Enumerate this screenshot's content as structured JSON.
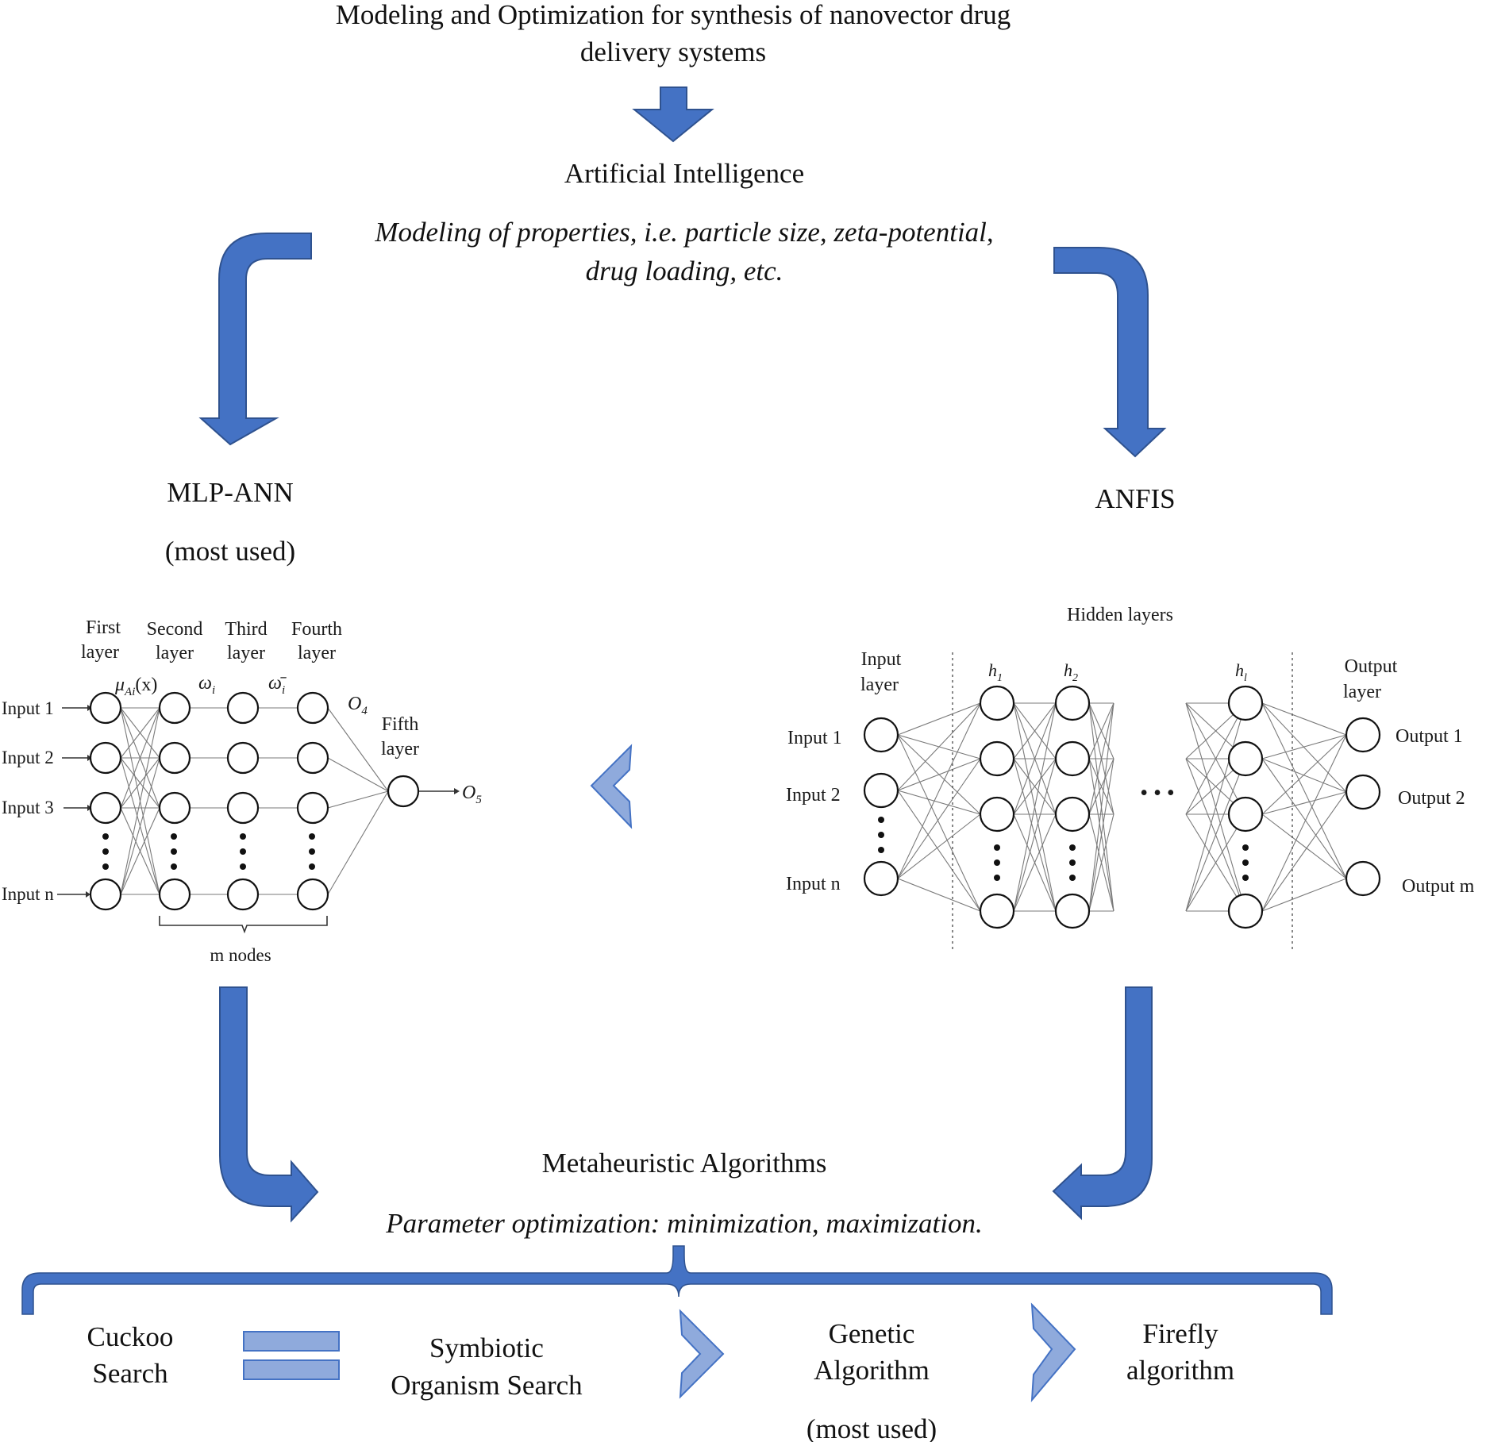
{
  "header": {
    "title_line1": "Modeling and Optimization for synthesis of nanovector drug",
    "title_line2": "delivery systems",
    "ai_heading": "Artificial Intelligence",
    "ai_subtitle_line1": "Modeling of properties, i.e. particle size, zeta-potential,",
    "ai_subtitle_line2": "drug loading, etc."
  },
  "branches": {
    "left_title": "MLP-ANN",
    "left_note": "(most used)",
    "right_title": "ANFIS"
  },
  "anfis_net": {
    "layer_labels": [
      "First",
      "layer",
      "Second",
      "layer",
      "Third",
      "layer",
      "Fourth",
      "layer"
    ],
    "fifth_label": [
      "Fifth",
      "layer"
    ],
    "inputs": [
      "Input 1",
      "Input 2",
      "Input 3",
      "Input n"
    ],
    "mu": "μ",
    "mu_sub": "Ai",
    "mu_arg": "(x)",
    "omega": "ω",
    "omega_sub": "i",
    "omega_bar": "ω̄",
    "omega_bar_sub": "i",
    "o4": "O",
    "o4_sub": "4",
    "o5": "O",
    "o5_sub": "5",
    "nodes_label": "m nodes"
  },
  "mlp_net": {
    "hidden_label": "Hidden layers",
    "input_layer": [
      "Input",
      "layer"
    ],
    "output_layer": [
      "Output",
      "layer"
    ],
    "inputs": [
      "Input 1",
      "Input 2",
      "Input n"
    ],
    "outputs": [
      "Output 1",
      "Output 2",
      "Output m"
    ],
    "h1": "h",
    "h1_sub": "1",
    "h2": "h",
    "h2_sub": "2",
    "hl": "h",
    "hl_sub": "l",
    "ellipsis": "• • •"
  },
  "optimization": {
    "heading": "Metaheuristic Algorithms",
    "subtitle": "Parameter optimization: minimization, maximization."
  },
  "algorithms": [
    {
      "line1": "Cuckoo",
      "line2": "Search",
      "note": ""
    },
    {
      "line1": "Symbiotic",
      "line2": "Organism Search",
      "note": ""
    },
    {
      "line1": "Genetic",
      "line2": "Algorithm",
      "note": "(most used)"
    },
    {
      "line1": "Firefly",
      "line2": "algorithm",
      "note": ""
    }
  ],
  "colors": {
    "arrow_blue": "#4472C4",
    "arrow_stroke": "#2F528F",
    "light_blue": "#8FAADC",
    "light_blue_stroke": "#4472C4"
  }
}
